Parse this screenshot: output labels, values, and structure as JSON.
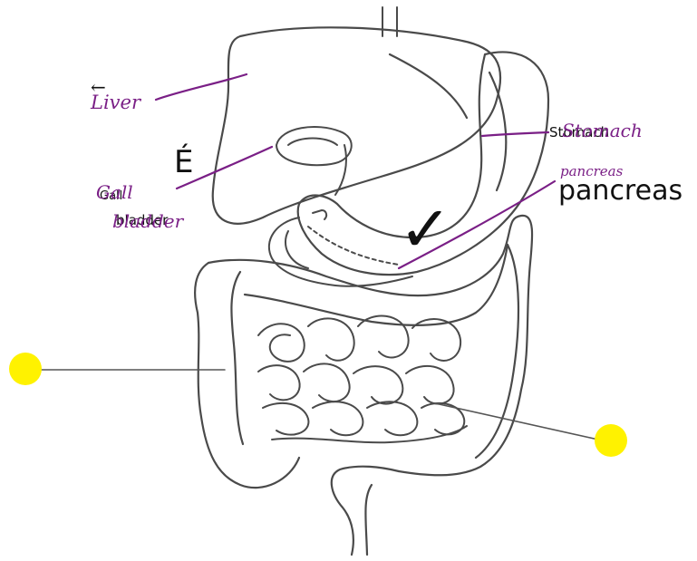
{
  "colors": {
    "outline": "#4a4a4a",
    "ink": "#111111",
    "annotation": "#7a1f86",
    "marker": "#fff200",
    "leader": "#555555"
  },
  "labels": {
    "stomach": "Stomach",
    "gall": "Gall",
    "bladder": "bladder",
    "pancreas": "pancreas",
    "accent_mark": "É",
    "check_mark": "✓"
  },
  "handwriting": {
    "liver": "Liver",
    "arrow": "←",
    "stomach": "Stomach",
    "gall": "Gall",
    "bladder": "bladder",
    "pancreas": "pancreas"
  },
  "markers": [
    {
      "name": "left-yellow-marker"
    },
    {
      "name": "right-yellow-marker"
    }
  ]
}
